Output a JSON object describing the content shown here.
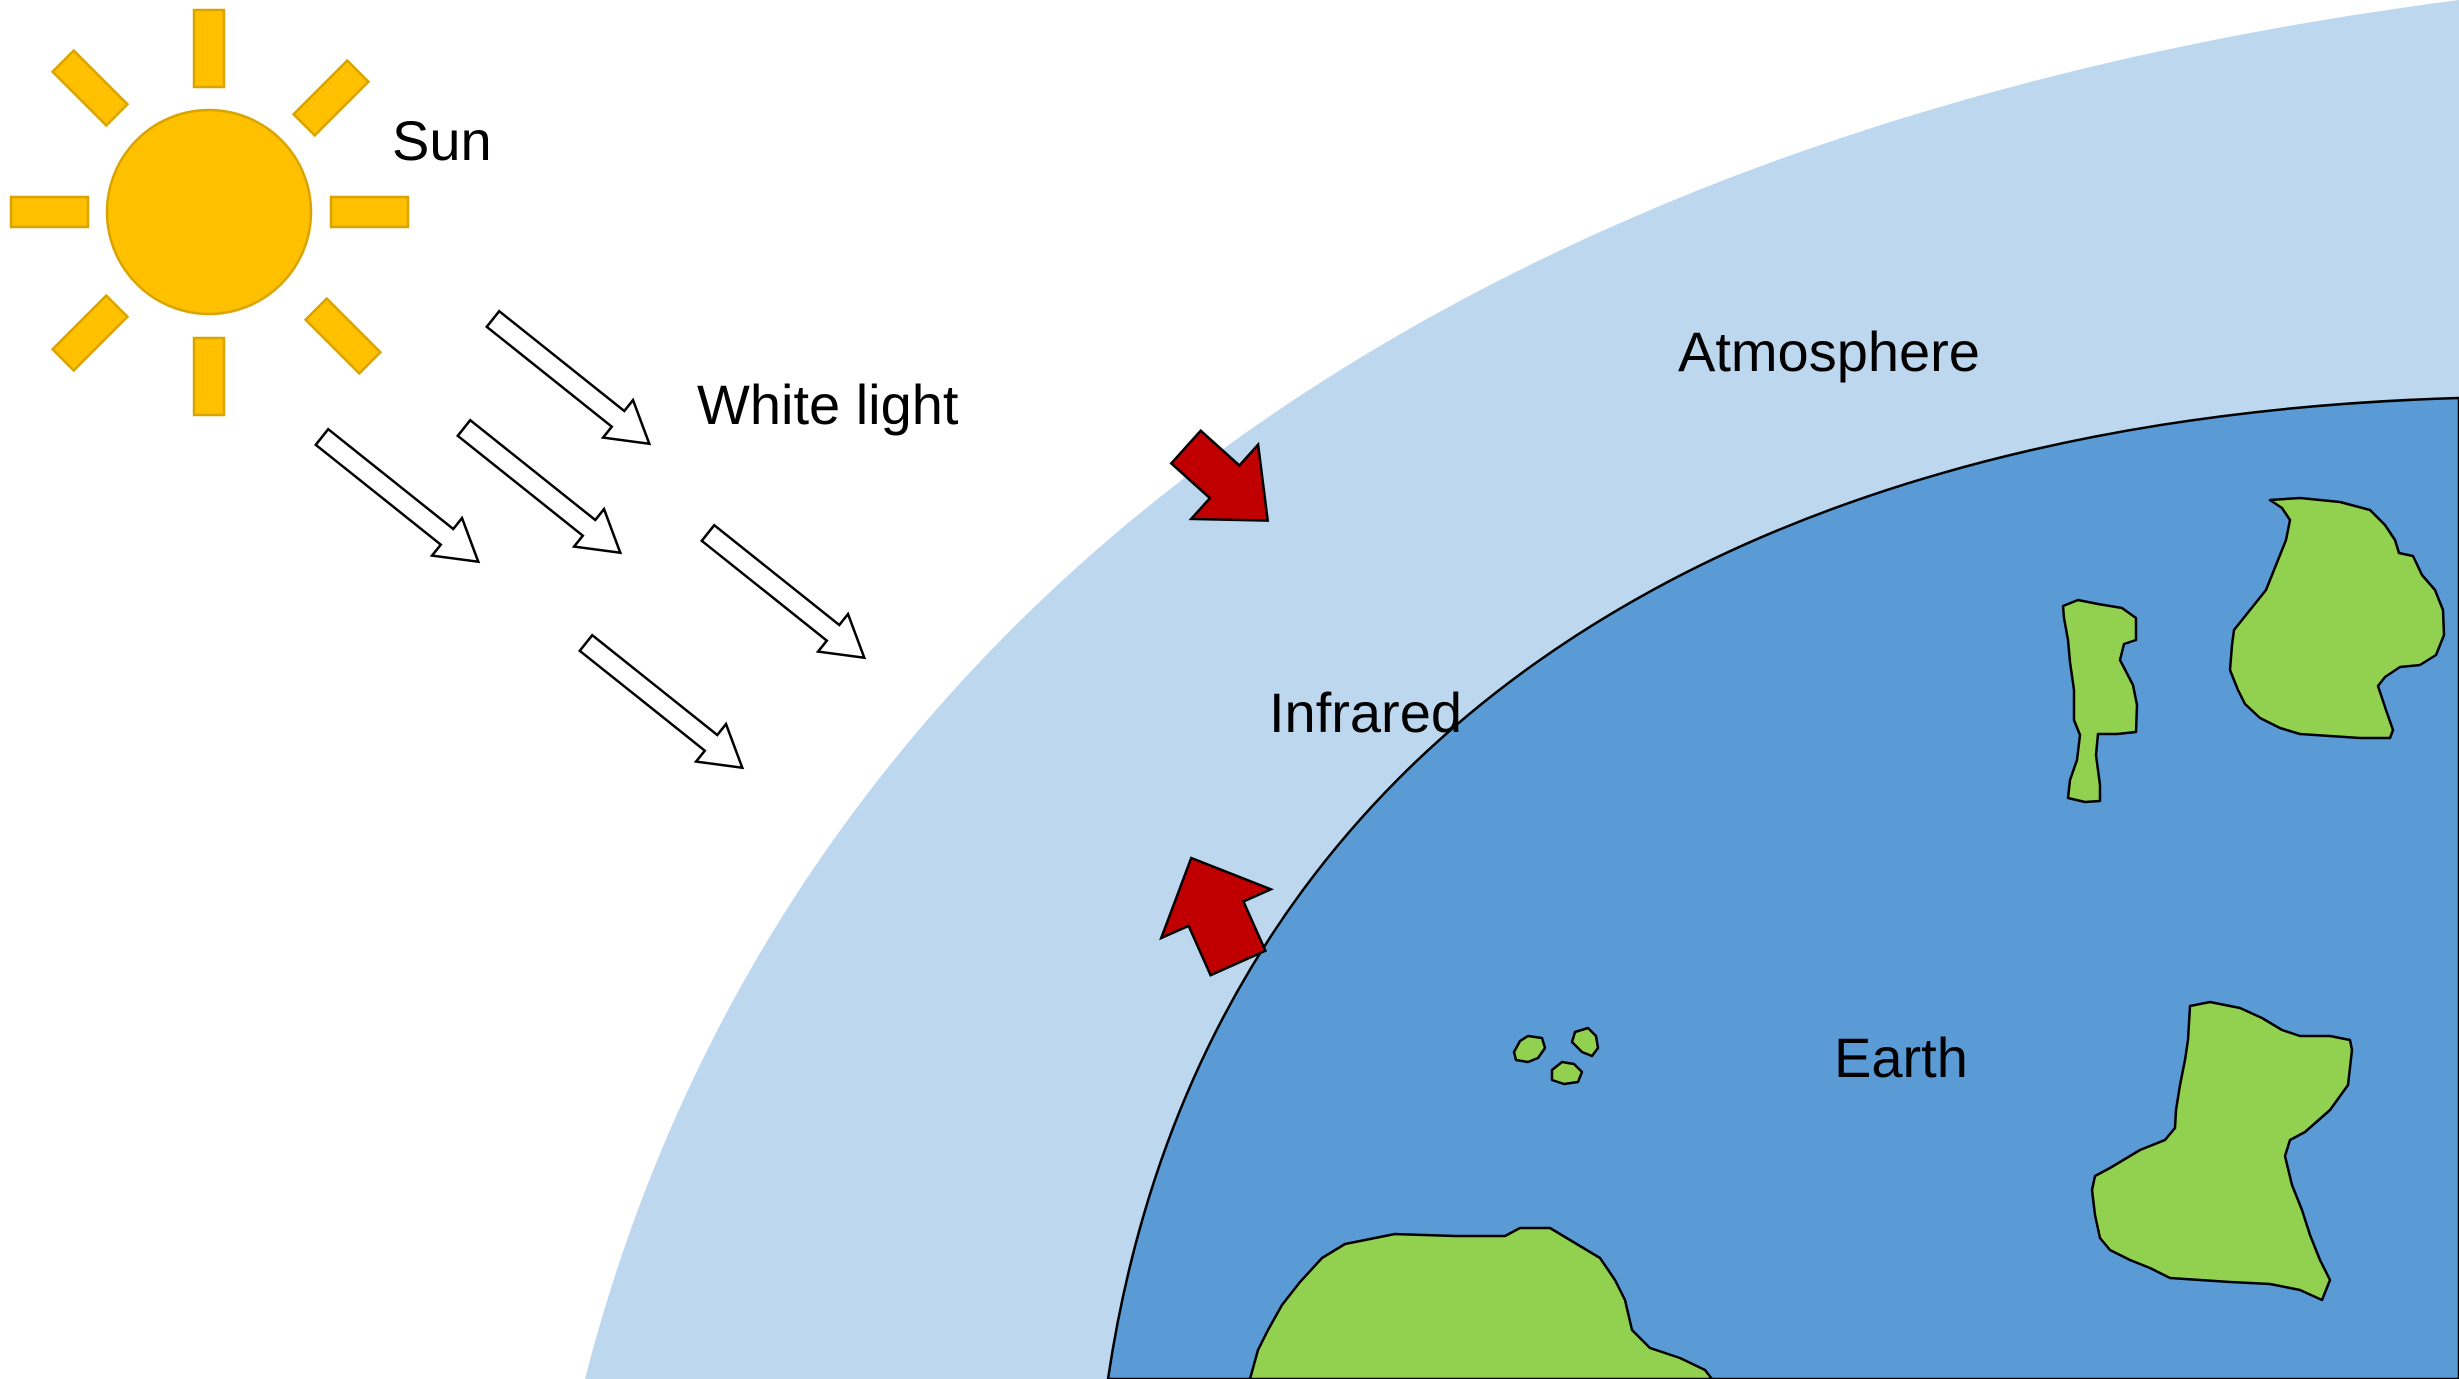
{
  "labels": {
    "sun": "Sun",
    "white_light": "White light",
    "atmosphere": "Atmosphere",
    "infrared": "Infrared",
    "earth": "Earth"
  },
  "colors": {
    "sun": "#FFC000",
    "sun_outline": "#D9A400",
    "atmosphere": "#BDD7EE",
    "earth_ocean": "#5B9BD5",
    "land": "#92D050",
    "infrared_arrow": "#C00000",
    "light_arrow_fill": "#FFFFFF",
    "outline": "#000000"
  },
  "icons": {
    "sun": "sun-icon",
    "white_light_arrows": "hollow-arrow-icon",
    "infrared_arrows": "red-arrow-icon"
  }
}
